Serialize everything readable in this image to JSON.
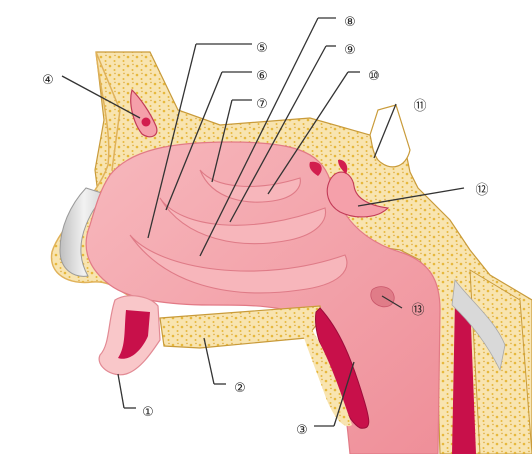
{
  "labels": [
    {
      "id": "1",
      "text": "①"
    },
    {
      "id": "2",
      "text": "②"
    },
    {
      "id": "3",
      "text": "③"
    },
    {
      "id": "4",
      "text": "④"
    },
    {
      "id": "5",
      "text": "⑤"
    },
    {
      "id": "6",
      "text": "⑥"
    },
    {
      "id": "7",
      "text": "⑦"
    },
    {
      "id": "8",
      "text": "⑧"
    },
    {
      "id": "9",
      "text": "⑨"
    },
    {
      "id": "10",
      "text": "⑩"
    },
    {
      "id": "11",
      "text": "⑪"
    },
    {
      "id": "12",
      "text": "⑫"
    },
    {
      "id": "13",
      "text": "⑬"
    }
  ],
  "colors": {
    "bone": "#f7e1a8",
    "bone_dots": "#e8b940",
    "mucosa": "#f4a6ad",
    "mucosa_light": "#f9c7c9",
    "muscle": "#c8104a",
    "cartilage": "#dcdcdc",
    "background": "#ffffff"
  }
}
